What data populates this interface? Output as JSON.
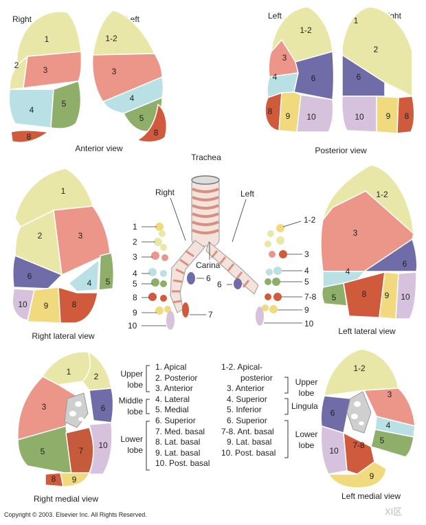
{
  "anterior": {
    "right_label": "Right",
    "left_label": "Left",
    "title": "Anterior view",
    "right_segments": [
      "1",
      "2",
      "3",
      "4",
      "5",
      "8"
    ],
    "left_segments": [
      "1-2",
      "3",
      "4",
      "5",
      "8"
    ]
  },
  "posterior": {
    "left_label": "Left",
    "right_label": "Right",
    "title": "Posterior view",
    "left_segments": [
      "1-2",
      "3",
      "4",
      "6",
      "8",
      "9",
      "10"
    ],
    "right_segments": [
      "1",
      "2",
      "6",
      "10",
      "9",
      "8"
    ]
  },
  "bronchi": {
    "trachea": "Trachea",
    "right": "Right",
    "left": "Left",
    "carina": "Carina",
    "right_numbers": [
      "1",
      "2",
      "3",
      "4",
      "5",
      "8",
      "9",
      "10",
      "6",
      "7"
    ],
    "left_numbers": [
      "1-2",
      "3",
      "4",
      "5",
      "7-8",
      "9",
      "10",
      "6"
    ]
  },
  "right_lateral": {
    "title": "Right lateral view",
    "segments": [
      "1",
      "2",
      "3",
      "6",
      "4",
      "5",
      "10",
      "9",
      "8"
    ]
  },
  "left_lateral": {
    "title": "Left lateral view",
    "segments": [
      "1-2",
      "3",
      "6",
      "4",
      "5",
      "8",
      "9",
      "10"
    ]
  },
  "right_medial": {
    "title": "Right medial view",
    "segments": [
      "1",
      "2",
      "3",
      "6",
      "5",
      "7",
      "10",
      "8",
      "9"
    ]
  },
  "left_medial": {
    "title": "Left medial view",
    "segments": [
      "1-2",
      "3",
      "6",
      "4",
      "5",
      "10",
      "7-8",
      "9"
    ]
  },
  "legend_right": {
    "upper_lobe": [
      "Upper",
      "lobe"
    ],
    "middle_lobe": [
      "Middle",
      "lobe"
    ],
    "lower_lobe": [
      "Lower",
      "lobe"
    ],
    "items": [
      "1. Apical",
      "2. Posterior",
      "3. Anterior",
      "4. Lateral",
      "5. Medial",
      "6. Superior",
      "7. Med. basal",
      "8. Lat. basal",
      "9. Lat. basal",
      "10. Post. basal"
    ]
  },
  "legend_left": {
    "upper_lobe": [
      "Upper",
      "lobe"
    ],
    "lingula": "Lingula",
    "lower_lobe": [
      "Lower",
      "lobe"
    ],
    "items": [
      "1-2. Apical-",
      "posterior",
      "3. Anterior",
      "4. Superior",
      "5. Inferior",
      "6. Superior",
      "7-8. Ant. basal",
      "9. Lat. basal",
      "10. Post. basal"
    ]
  },
  "footer": {
    "copyright": "Copyright © 2003. Elsevier Inc. All Rights Reserved.",
    "watermark": "XI区"
  },
  "colors": {
    "s1": "#e9e7a8",
    "s2": "#e9e7a8",
    "s3": "#ec968a",
    "s4": "#b9e0e4",
    "s5": "#8fae6a",
    "s6": "#6f6ca8",
    "s7": "#c65a3d",
    "s8": "#cf5a3c",
    "s9": "#f1d97e",
    "s10": "#d7c2dd",
    "mediastinal": "#cfcfcf"
  }
}
